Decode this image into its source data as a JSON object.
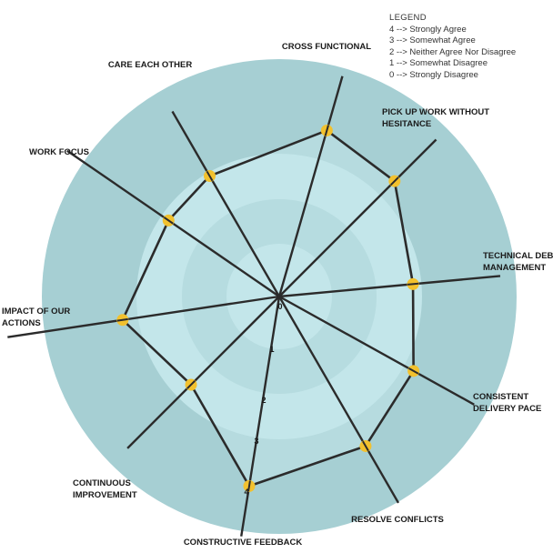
{
  "legend": {
    "title": "LEGEND",
    "items": [
      "4 --> Strongly Agree",
      "3 --> Somewhat Agree",
      "2 --> Neither Agree Nor Disagree",
      "1 --> Somewhat Disagree",
      "0 --> Strongly Disagree"
    ]
  },
  "colors": {
    "ring_outer": "#a6cfd3",
    "ring_band_light": "#c3e6ea",
    "ring_band_mid": "#a7d0d4",
    "ring_inner": "#c3e6ea",
    "spoke": "#2b2b2b",
    "marker": "#f2c12e"
  },
  "chart_data": {
    "type": "radar",
    "scale": [
      0,
      4
    ],
    "tick_labels": [
      "0",
      "1",
      "2",
      "3",
      "4"
    ],
    "grid": true,
    "legend_position": "top-right",
    "axes": [
      {
        "label_lines": [
          "CROSS FUNCTIONAL"
        ],
        "value": 3.6
      },
      {
        "label_lines": [
          "PICK UP WORK  WITHOUT",
          "HESITANCE"
        ],
        "value": 3.4
      },
      {
        "label_lines": [
          "TECHNICAL DEBT",
          "MANAGEMENT"
        ],
        "value": 2.8
      },
      {
        "label_lines": [
          "CONSISTENT",
          "DELIVERY PACE"
        ],
        "value": 3.2
      },
      {
        "label_lines": [
          "RESOLVE CONFLICTS"
        ],
        "value": 3.6
      },
      {
        "label_lines": [
          "CONSTRUCTIVE FEEDBACK"
        ],
        "value": 4.0
      },
      {
        "label_lines": [
          "CONTINUOUS",
          "IMPROVEMENT"
        ],
        "value": 2.6
      },
      {
        "label_lines": [
          "IMPACT OF OUR",
          "ACTIONS"
        ],
        "value": 3.3
      },
      {
        "label_lines": [
          "WORK FOCUS"
        ],
        "value": 2.8
      },
      {
        "label_lines": [
          "CARE EACH OTHER"
        ],
        "value": 2.9
      }
    ]
  }
}
